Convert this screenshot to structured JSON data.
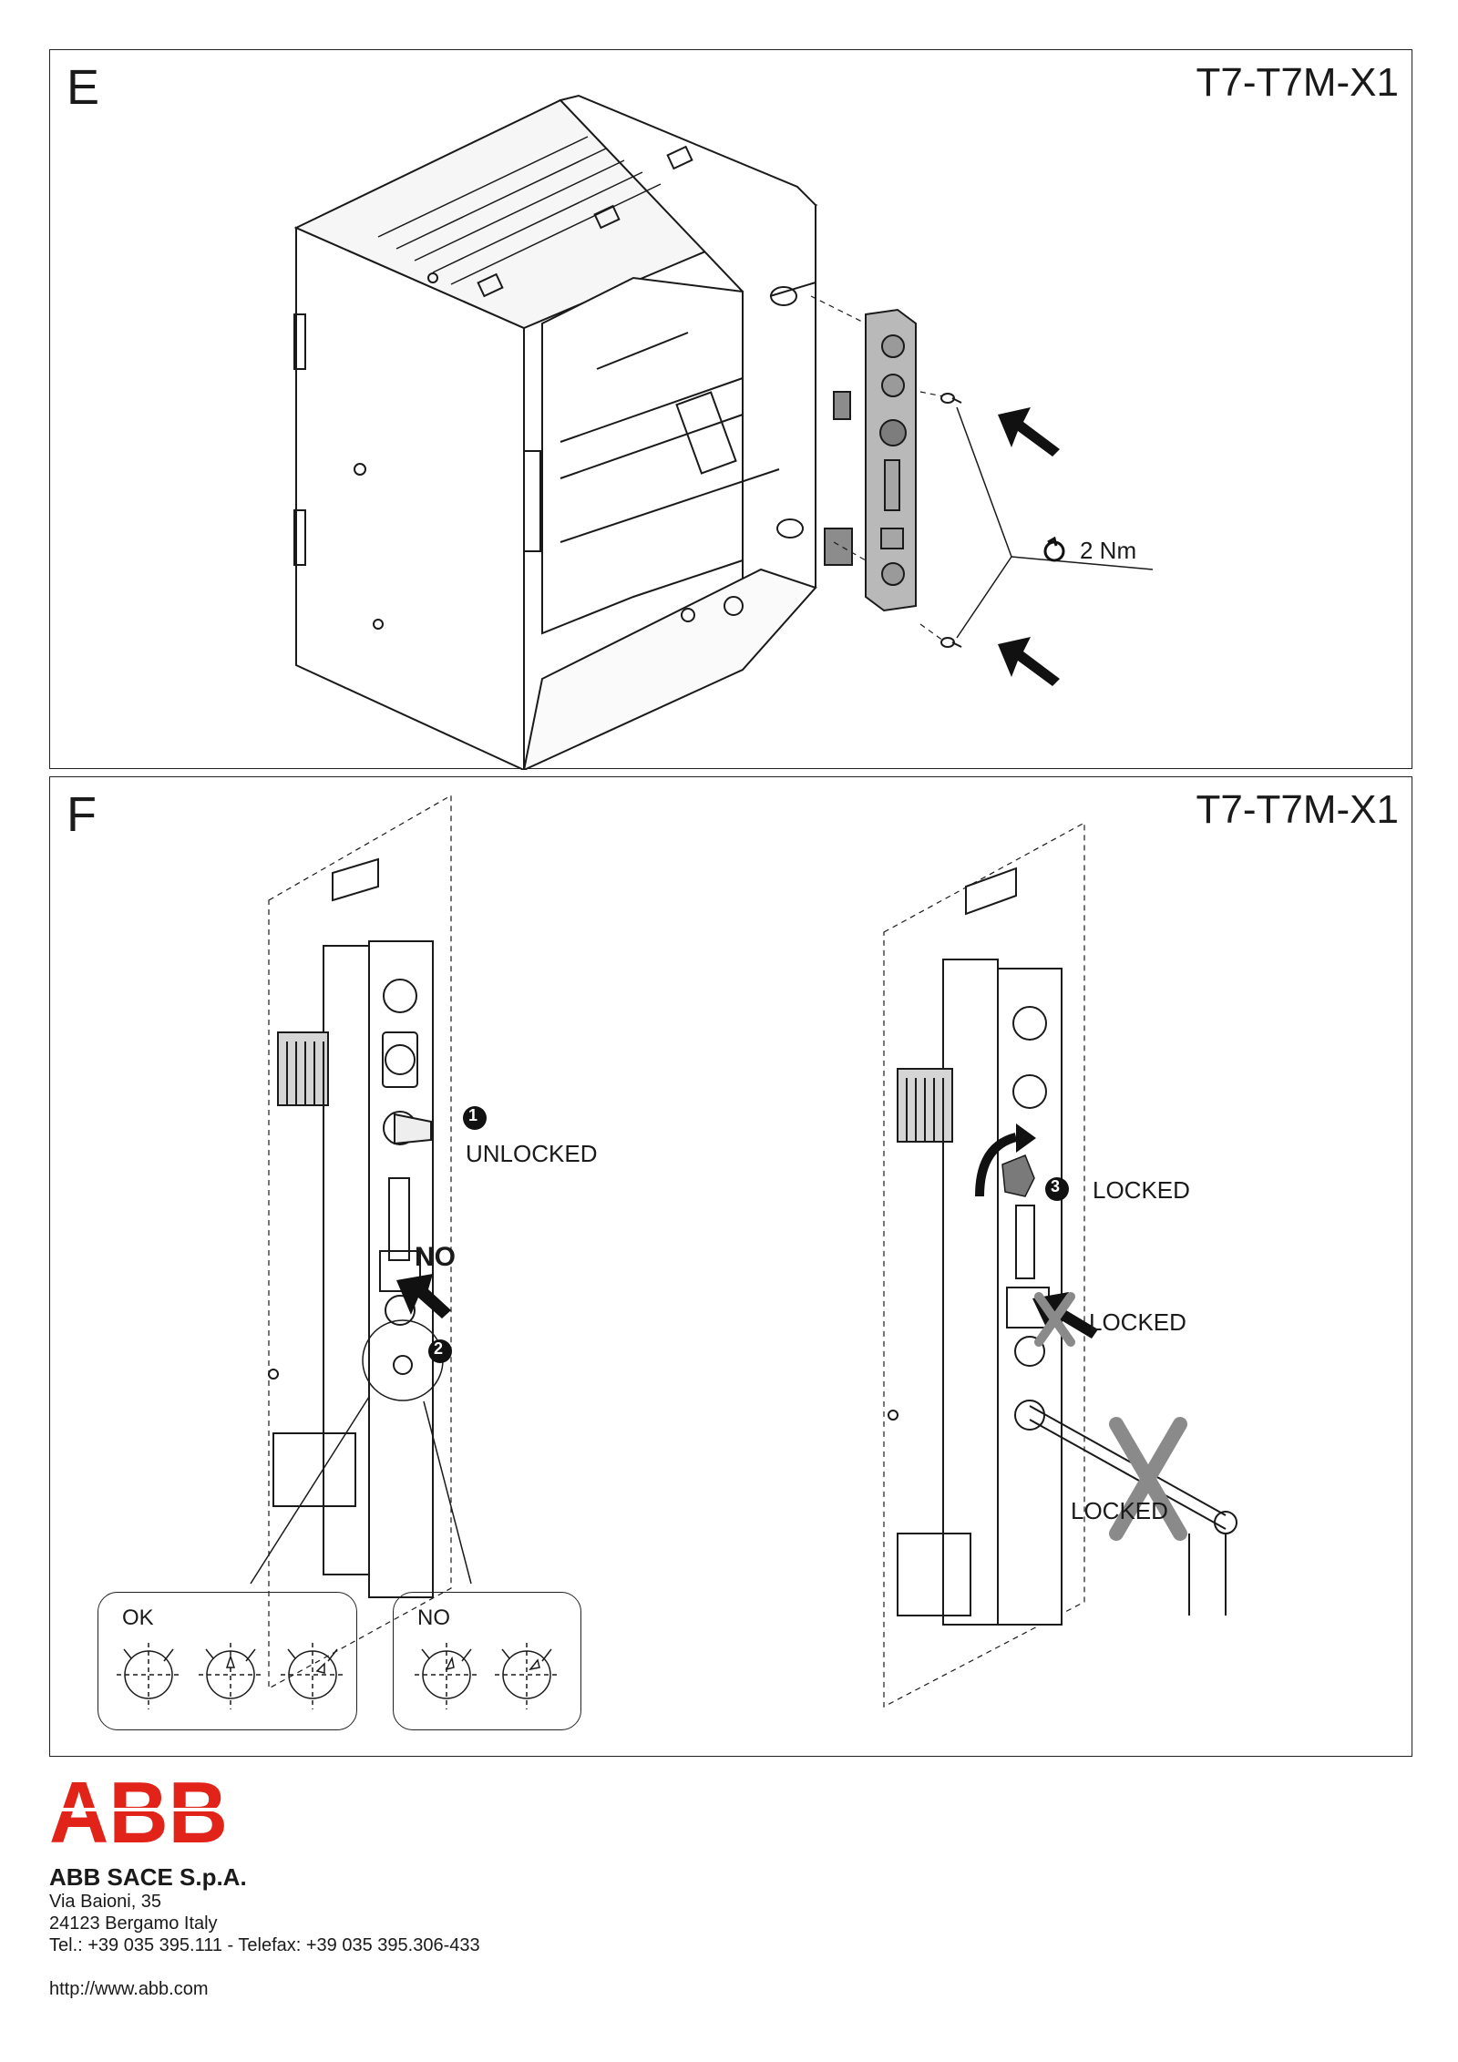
{
  "panel_e": {
    "letter": "E",
    "model": "T7-T7M-X1",
    "torque": "2 Nm"
  },
  "panel_f": {
    "letter": "F",
    "model": "T7-T7M-X1",
    "left": {
      "step1_number": "1",
      "step1_text": "UNLOCKED",
      "no_label": "NO",
      "step2_number": "2"
    },
    "right": {
      "step3_number": "3",
      "locked_top": "LOCKED",
      "locked_middle": "LOCKED",
      "locked_bottom": "LOCKED"
    },
    "gauges": {
      "ok_label": "OK",
      "no_label": "NO"
    }
  },
  "footer": {
    "logo_text": "ABB",
    "company": "ABB SACE S.p.A.",
    "address1": "Via Baioni, 35",
    "address2": "24123 Bergamo Italy",
    "phone": "Tel.: +39 035 395.111 - Telefax: +39 035 395.306-433",
    "url": "http://www.abb.com"
  },
  "colors": {
    "abb_red": "#e2231a",
    "line": "#1a1a1a",
    "gray_mark": "#8a8a8a"
  }
}
